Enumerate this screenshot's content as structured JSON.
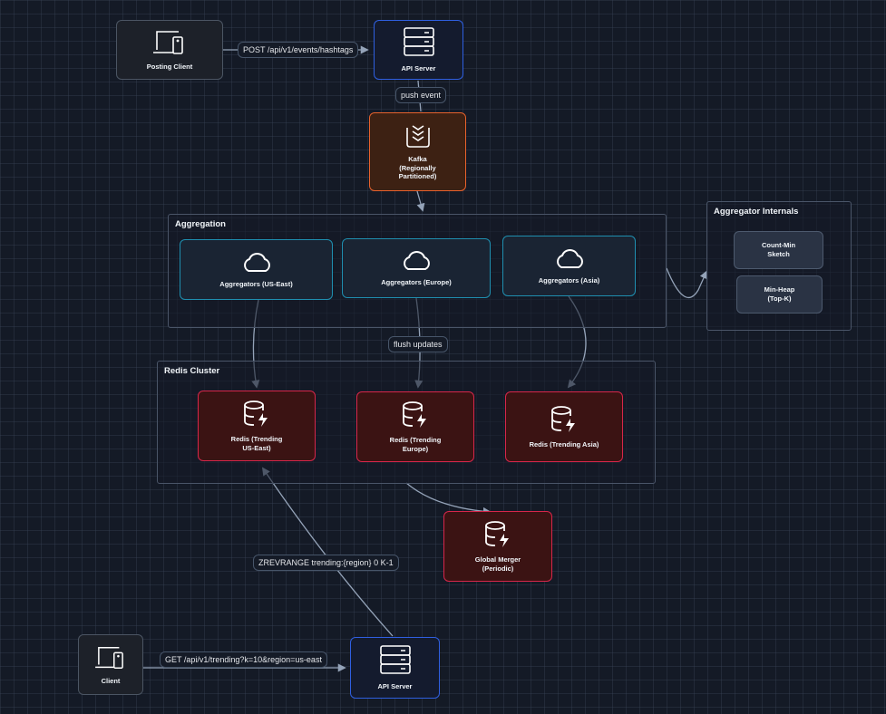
{
  "groups": {
    "aggregation": "Aggregation",
    "aggregator_internals": "Aggregator Internals",
    "redis_cluster": "Redis Cluster"
  },
  "nodes": {
    "posting_client": {
      "label": "Posting Client",
      "icon": "laptop-phone-icon"
    },
    "api_server_top": {
      "label": "API Server",
      "icon": "server-icon"
    },
    "kafka": {
      "label": "Kafka\n(Regionally\nPartitioned)",
      "icon": "queue-icon"
    },
    "agg_us_east": {
      "label": "Aggregators (US-East)",
      "icon": "cloud-icon"
    },
    "agg_europe": {
      "label": "Aggregators (Europe)",
      "icon": "cloud-icon"
    },
    "agg_asia": {
      "label": "Aggregators (Asia)",
      "icon": "cloud-icon"
    },
    "count_min": {
      "label": "Count-Min\nSketch"
    },
    "min_heap": {
      "label": "Min-Heap\n(Top-K)"
    },
    "redis_us_east": {
      "label": "Redis (Trending\nUS-East)",
      "icon": "database-bolt-icon"
    },
    "redis_europe": {
      "label": "Redis (Trending\nEurope)",
      "icon": "database-bolt-icon"
    },
    "redis_asia": {
      "label": "Redis (Trending Asia)",
      "icon": "database-bolt-icon"
    },
    "global_merger": {
      "label": "Global Merger\n(Periodic)",
      "icon": "database-bolt-icon"
    },
    "client": {
      "label": "Client",
      "icon": "laptop-phone-icon"
    },
    "api_server_bottom": {
      "label": "API Server",
      "icon": "server-icon"
    }
  },
  "edges": {
    "post_events": "POST /api/v1/events/hashtags",
    "push_event": "push event",
    "flush_updates": "flush updates",
    "zrevrange": "ZREVRANGE trending:{region} 0 K-1",
    "get_trending": "GET /api/v1/trending?k=10&region=us-east"
  },
  "colors": {
    "background": "#141a26",
    "client_border": "#4b5563",
    "api_border": "#2f5fe0",
    "kafka_border": "#e8622c",
    "aggregator_border": "#1f8fb0",
    "redis_border": "#d7264a",
    "edge": "#94a3b8"
  }
}
